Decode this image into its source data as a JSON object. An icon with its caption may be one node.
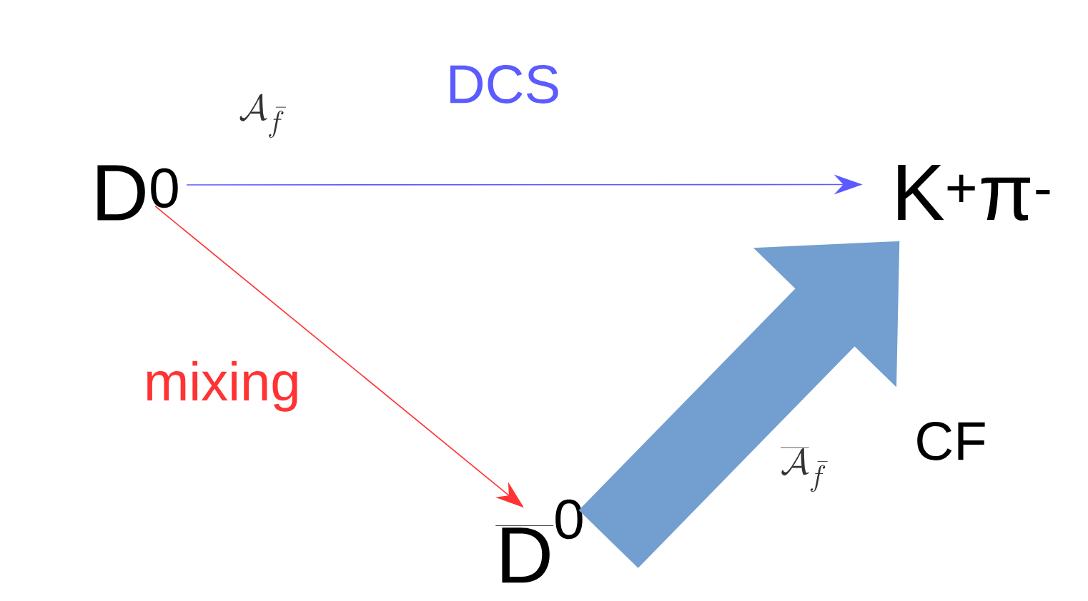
{
  "diagram": {
    "nodes": [
      {
        "text": [
          "D$^{0}$"
        ]
      },
      {
        "text": [
          "K$^{+}$π$^{-}$"
        ]
      },
      {
        "text": [
          "\\overline{\\mathrm{D}}^{\\mathrm{0}}"
        ]
      }
    ],
    "edges": [
      {
        "from": 0,
        "to": 1,
        "arrow": "to",
        "label": "\\mathcal{A}_{\\bar{f}}",
        "color": "#5b5bff"
      },
      {
        "from": 0,
        "to": 2,
        "arrow": "to",
        "label": "mixing",
        "color": "#ff3333"
      },
      {
        "from": 2,
        "to": 1,
        "arrow": "to",
        "label": "\\overline{\\mathcal{A}}_{\\bar{f}}",
        "style": "thick",
        "color": "#729fcf"
      }
    ],
    "labels": [
      "DCS",
      "CF"
    ]
  }
}
